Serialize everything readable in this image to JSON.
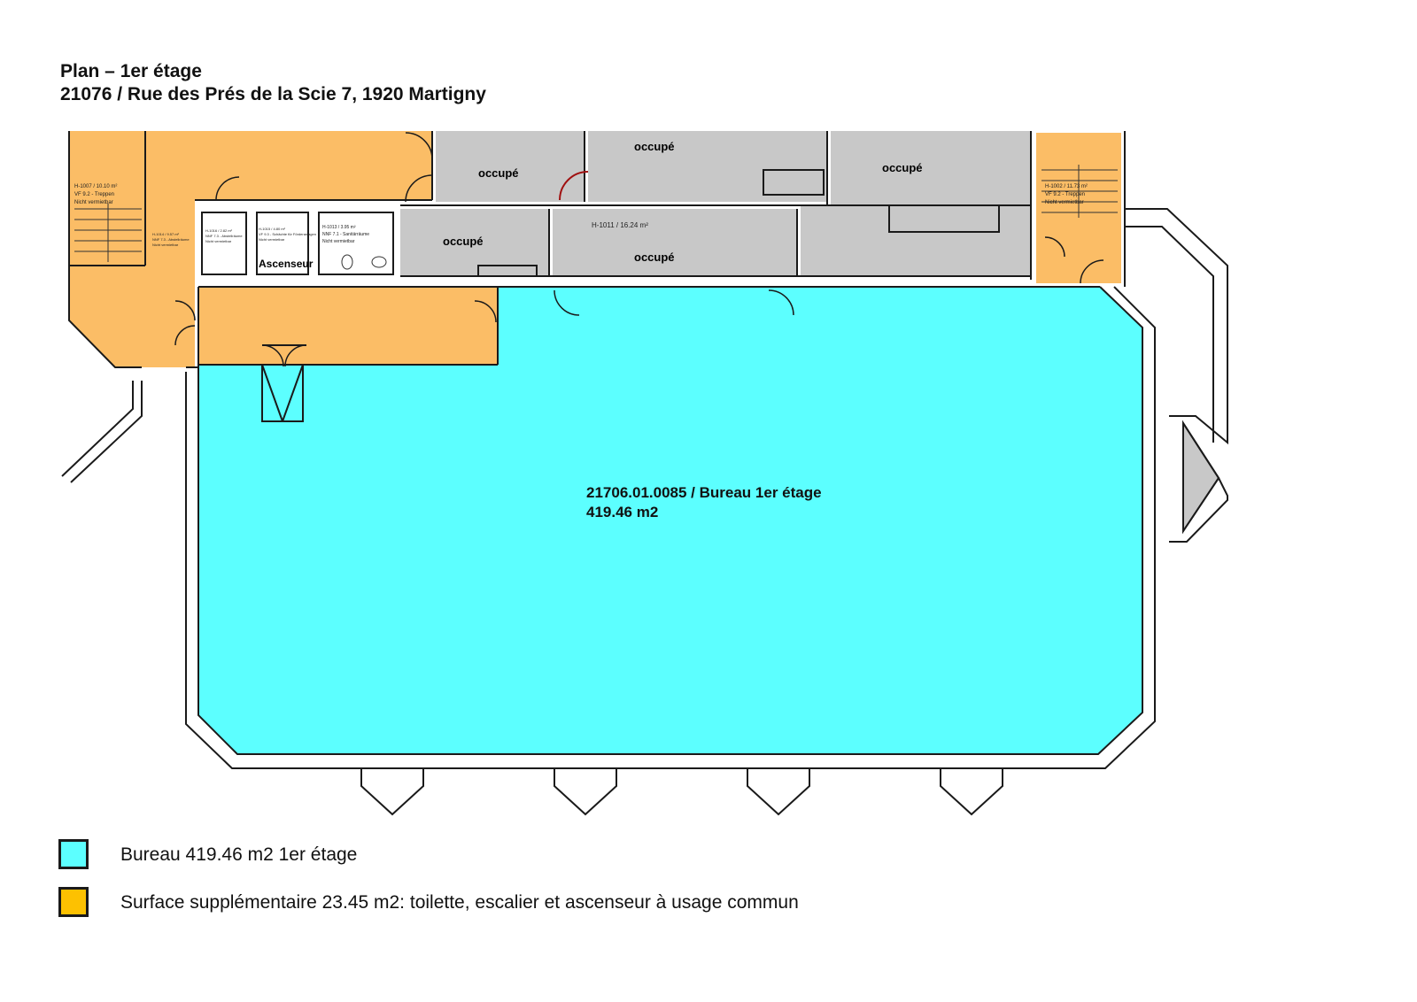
{
  "header": {
    "title": "Plan – 1er étage",
    "address": "21076 / Rue des Prés de la Scie 7, 1920 Martigny"
  },
  "colors": {
    "bureau": "#5cffff",
    "common": "#fbbd66",
    "occupied": "#c8c8c8",
    "wall": "#1a1a1a",
    "legend_common": "#fdc101"
  },
  "plan": {
    "main_space_id": "21706.01.0085 / Bureau 1er étage",
    "main_space_area": "419.46 m2",
    "occupied_labels": [
      "occupé",
      "occupé",
      "occupé",
      "occupé",
      "occupé"
    ],
    "elevator_label": "Ascenseur",
    "small_labels": {
      "stair_left": [
        "H-1007 / 10.10 m²",
        "VF 9.2 - Treppen",
        "Nicht vermietbar"
      ],
      "stair_right": [
        "H-1002 / 11.73 m²",
        "VF 9.2 - Treppen",
        "Nicht vermietbar"
      ],
      "storage_a": [
        "H-1014 / 9.57 m²",
        "NNF 7.3 - Abstellräume",
        "Nicht vermietbar"
      ],
      "storage_b": [
        "H-1016 / 2.82 m²",
        "NNF 7.3 - Abstellräume",
        "Nicht vermietbar"
      ],
      "elevator_room": [
        "H-1015 / 4.80 m²",
        "VF 9.3 - Schächte für Förderanlagen",
        "Nicht vermietbar"
      ],
      "wc": [
        "H-1013 / 3.95 m²",
        "NNF 7.1 - Sanitärräume",
        "Nicht vermietbar"
      ],
      "corridor": "H-1011 / 16.24 m²"
    }
  },
  "legend": {
    "items": [
      {
        "label": "Bureau 419.46 m2 1er étage",
        "color": "#5cffff"
      },
      {
        "label": "Surface supplémentaire 23.45 m2: toilette, escalier et ascenseur à usage commun",
        "color": "#fdc101"
      }
    ]
  }
}
